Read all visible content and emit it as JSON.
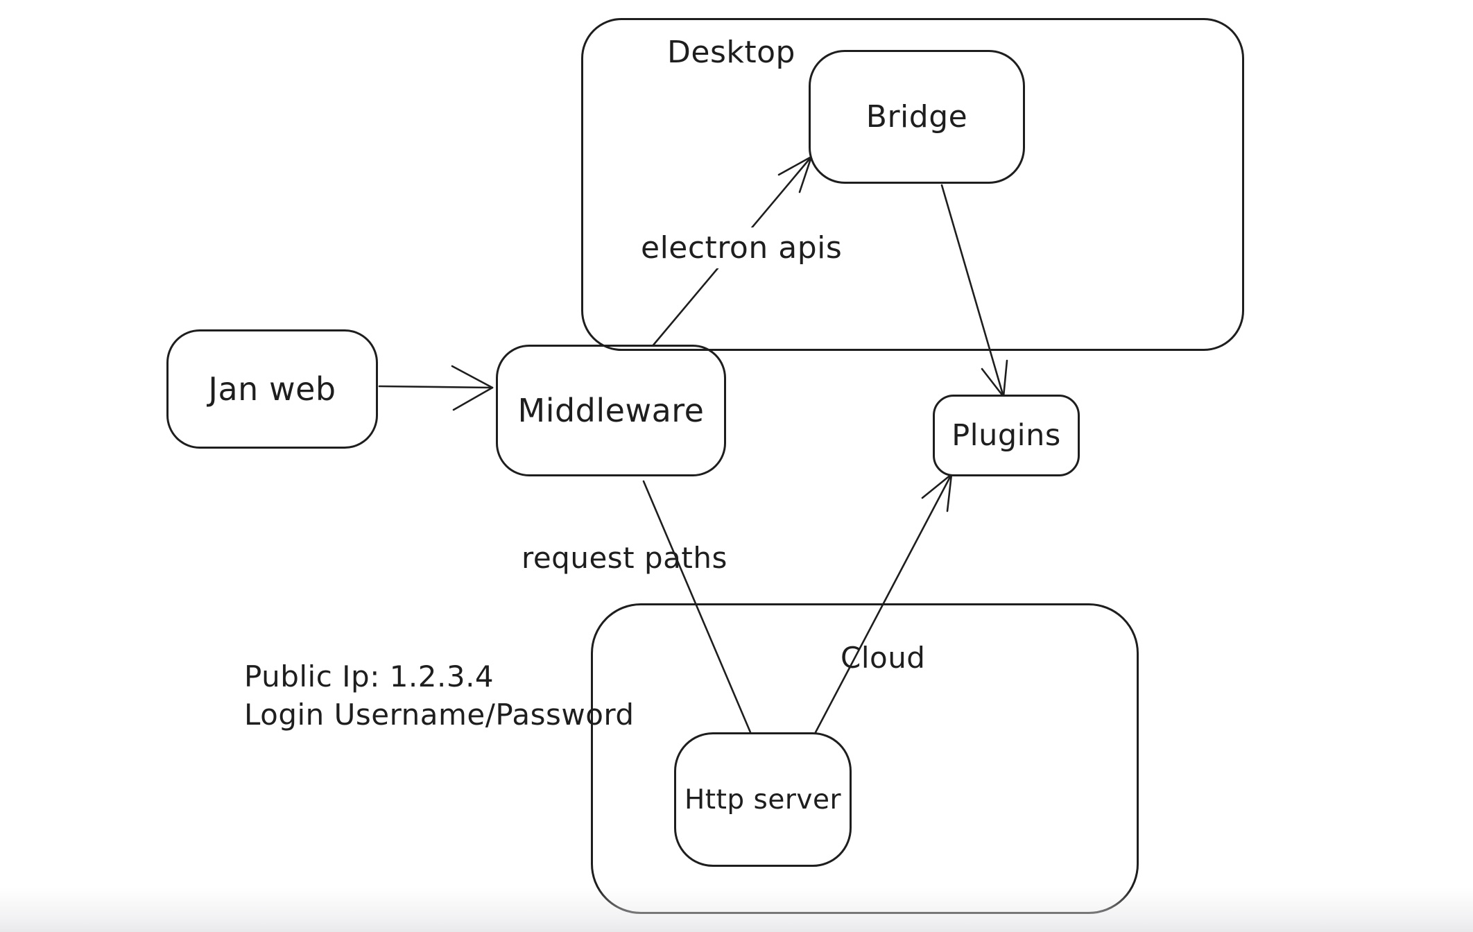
{
  "canvas": {
    "background": "#ffffff",
    "ink": "#1e1e1e"
  },
  "containers": [
    {
      "id": "desktop",
      "label": "Desktop"
    },
    {
      "id": "cloud",
      "label": "Cloud"
    }
  ],
  "nodes": [
    {
      "id": "jan-web",
      "label": "Jan web"
    },
    {
      "id": "middleware",
      "label": "Middleware"
    },
    {
      "id": "bridge",
      "label": "Bridge"
    },
    {
      "id": "plugins",
      "label": "Plugins"
    },
    {
      "id": "http-server",
      "label": "Http server"
    }
  ],
  "edges": [
    {
      "from": "Jan web",
      "to": "Middleware",
      "label": "",
      "arrowhead": "end"
    },
    {
      "from": "Middleware",
      "to": "Bridge",
      "label": "electron apis",
      "arrowhead": "end"
    },
    {
      "from": "Bridge",
      "to": "Plugins",
      "label": "",
      "arrowhead": "end"
    },
    {
      "from": "Middleware",
      "to": "Http server",
      "label": "request paths",
      "arrowhead": "none"
    },
    {
      "from": "Http server",
      "to": "Plugins",
      "label": "",
      "arrowhead": "end"
    }
  ],
  "annotation": {
    "lines": [
      "Public Ip: 1.2.3.4",
      "Login Username/Password"
    ]
  }
}
